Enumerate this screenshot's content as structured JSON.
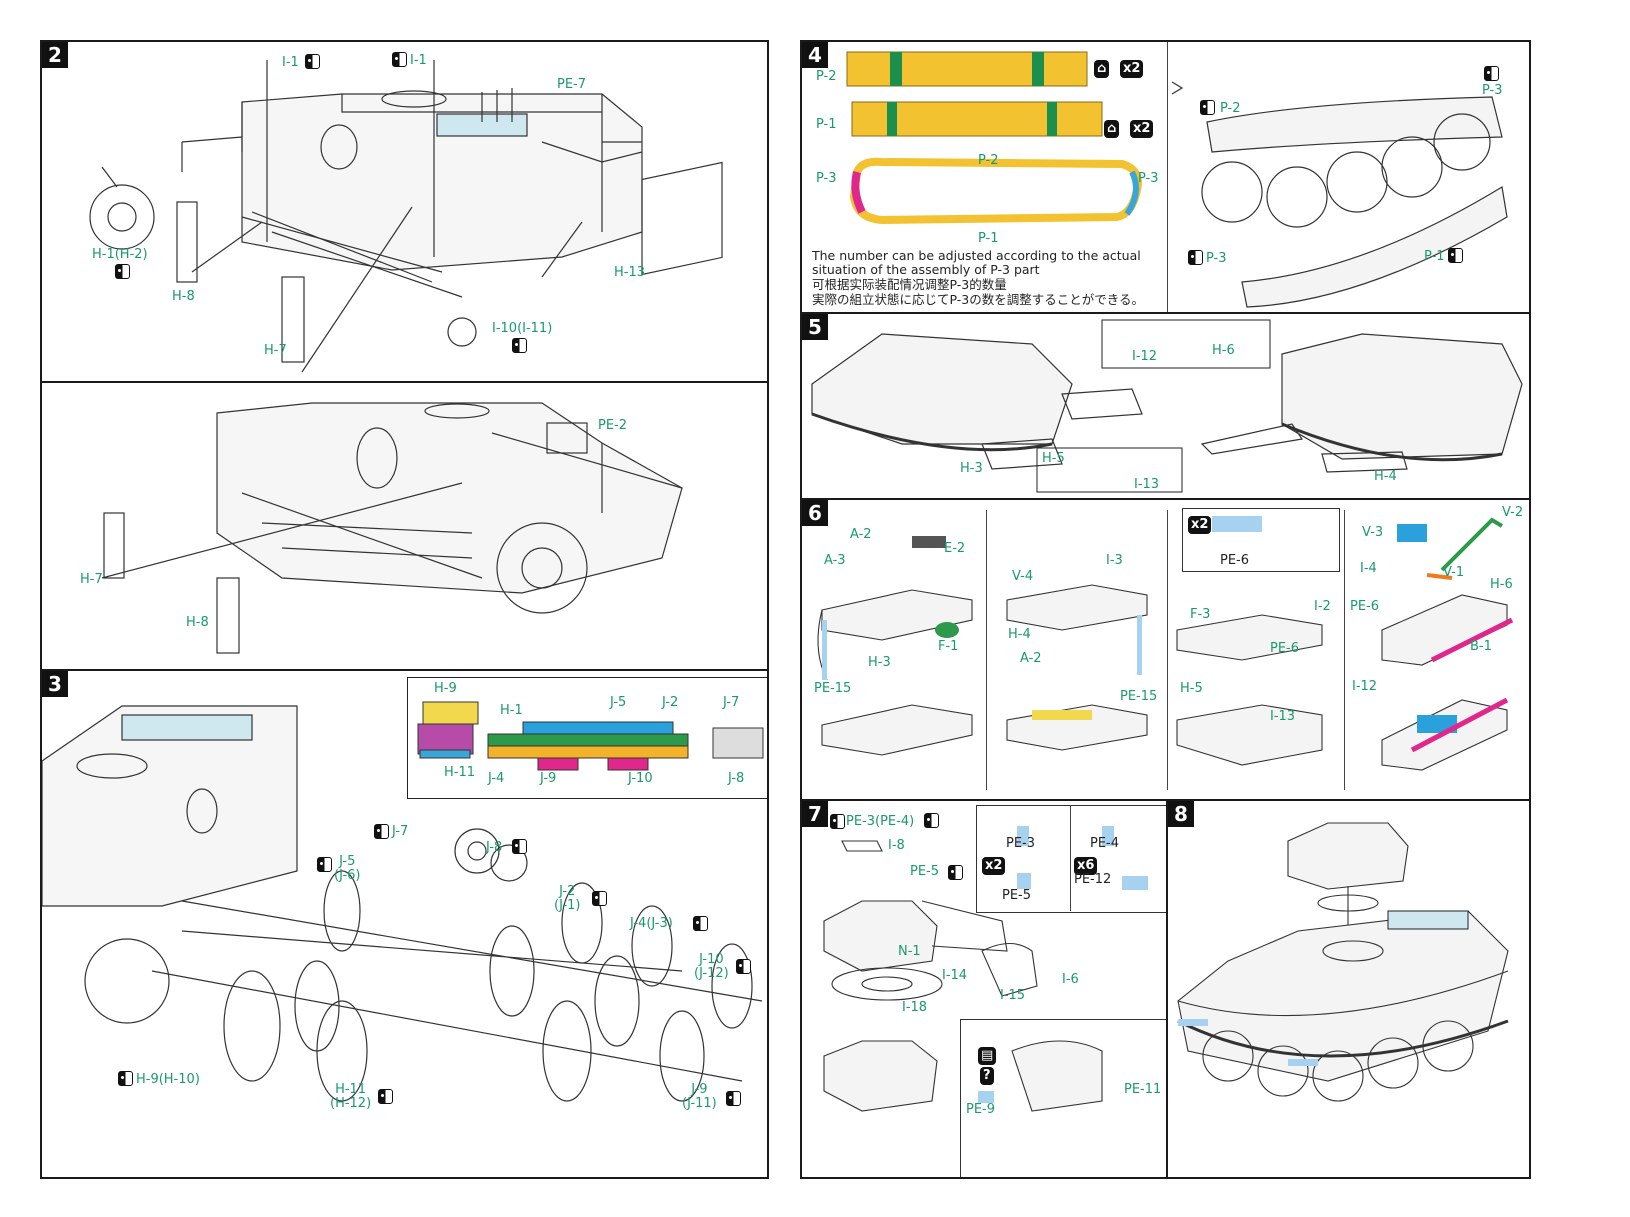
{
  "steps": {
    "s2": {
      "num": "2",
      "labels": {
        "i1a": "I-1",
        "i1b": "I-1",
        "pe7": "PE-7",
        "h1": "H-1(H-2)",
        "h8": "H-8",
        "h7": "H-7",
        "h13": "H-13",
        "i10": "I-10(I-11)"
      }
    },
    "s2b": {
      "labels": {
        "pe2": "PE-2",
        "h7": "H-7",
        "h8": "H-8"
      }
    },
    "s3": {
      "num": "3",
      "labels": {
        "j7": "J-7",
        "j8": "J-8",
        "j5": "J-5",
        "j6": "(J-6)",
        "j2": "J-2",
        "j1": "(J-1)",
        "j4": "J-4(J-3)",
        "j10": "J-10",
        "j12": "(J-12)",
        "h9": "H-9(H-10)",
        "h11": "H-11",
        "h12": "(H-12)",
        "j9": "J-9",
        "j11": "(J-11)"
      },
      "inset": {
        "h9": "H-9",
        "h1": "H-1",
        "j5": "J-5",
        "j2": "J-2",
        "j7": "J-7",
        "h11": "H-11",
        "j4": "J-4",
        "j9": "J-9",
        "j10": "J-10",
        "j8": "J-8"
      }
    },
    "s4": {
      "num": "4",
      "labels": {
        "p2a": "P-2",
        "p1a": "P-1",
        "p3l": "P-3",
        "p2b": "P-2",
        "p3r": "P-3",
        "p1b": "P-1",
        "x2a": "x2",
        "x2b": "x2",
        "r_p2": "P-2",
        "r_p3": "P-3",
        "r_p3b": "P-3",
        "r_p1": "P-1"
      },
      "note_en": "The number can be adjusted according to the actual situation of the  assembly of P-3 part",
      "note_en_1": "The number can be adjusted according to the actual",
      "note_en_2": "situation of the  assembly of P-3 part",
      "note_zh": "可根据实际装配情况调整P-3的数量",
      "note_ja": "実際の組立状態に応じてP-3の数を調整することができる。"
    },
    "s5": {
      "num": "5",
      "labels": {
        "i12": "I-12",
        "h6": "H-6",
        "h3": "H-3",
        "h5": "H-5",
        "i13": "I-13",
        "h4": "H-4"
      }
    },
    "s6": {
      "num": "6",
      "labels": {
        "a2": "A-2",
        "e2": "E-2",
        "a3": "A-3",
        "f1": "F-1",
        "h3": "H-3",
        "pe15a": "PE-15",
        "i3": "I-3",
        "v4": "V-4",
        "h4": "H-4",
        "a2b": "A-2",
        "pe15b": "PE-15",
        "x2": "x2",
        "pe6": "PE-6",
        "f3": "F-3",
        "i2": "I-2",
        "pe6b": "PE-6",
        "h5": "H-5",
        "i13": "I-13",
        "v3": "V-3",
        "v2": "V-2",
        "i4": "I-4",
        "v1": "V-1",
        "pe6c": "PE-6",
        "h6": "H-6",
        "b1": "B-1",
        "i12": "I-12"
      }
    },
    "s7": {
      "num": "7",
      "labels": {
        "pe3": "PE-3(PE-4)",
        "i8": "I-8",
        "pe5": "PE-5",
        "n1": "N-1",
        "i14": "I-14",
        "i6": "I-6",
        "i15": "I-15",
        "i18": "I-18",
        "pe11": "PE-11",
        "pe9": "PE-9",
        "box_pe3": "PE-3",
        "box_pe4": "PE-4",
        "box_pe5": "PE-5",
        "box_pe12": "PE-12",
        "x2": "x2",
        "x6": "x6"
      }
    },
    "s8": {
      "num": "8"
    }
  },
  "colors": {
    "label_green": "#1a9a6c",
    "track_yellow": "#f2c230",
    "track_green": "#1c8f4c",
    "track_magenta": "#e0288c",
    "track_blue": "#3aa6d8",
    "part_pink": "#e0288c",
    "part_blue": "#2aa0dc",
    "part_orange": "#f07a1e",
    "part_green": "#2c9a4a",
    "pe_blue": "#a7d2ef"
  }
}
